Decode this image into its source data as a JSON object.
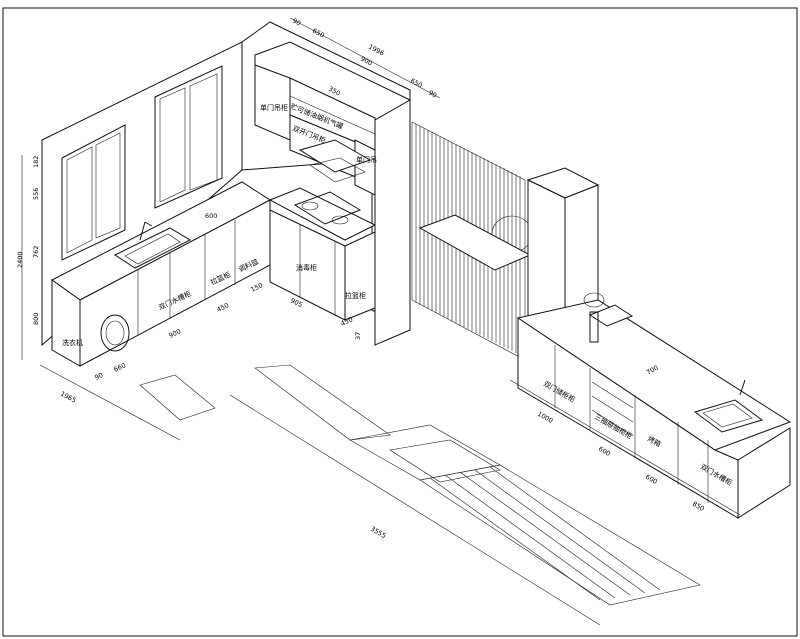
{
  "labels": {
    "single_door_top_left": "单门吊柜",
    "range_hood_cabinet": "贮可储油烟机气罐",
    "double_door_wall": "双开门吊柜",
    "single_door_top_right": "单门吊",
    "washer": "洗衣机",
    "double_sink_cabinet": "双门水槽柜",
    "drawer_cabinet": "拉篮柜",
    "spice_rack": "调料篮",
    "disinfection": "消毒柜",
    "pull_basket": "拉篮柜",
    "double_door_island": "双门储柜柜",
    "drawer_set": "三抽屉抽柜柜",
    "oven": "烤箱",
    "double_sink_island": "双门水槽柜"
  },
  "dims": {
    "d_top_90": "90",
    "d_top_650": "650",
    "d_1996": "1996",
    "d_900": "900",
    "d_650b": "650",
    "d_90b": "90",
    "d_350": "350",
    "d_182": "182",
    "d_556": "556",
    "d_2400": "2400",
    "d_762": "762",
    "d_800": "800",
    "d_600a": "600",
    "d_660": "660",
    "d_90c": "90",
    "d_900b": "900",
    "d_450": "450",
    "d_150": "150",
    "d_905": "905",
    "d_450b": "450",
    "d_37": "37",
    "d_1965": "1965",
    "d_700": "700",
    "d_1000": "1000",
    "d_600b": "600",
    "d_600c": "600",
    "d_850": "850",
    "d_3555": "3555"
  }
}
